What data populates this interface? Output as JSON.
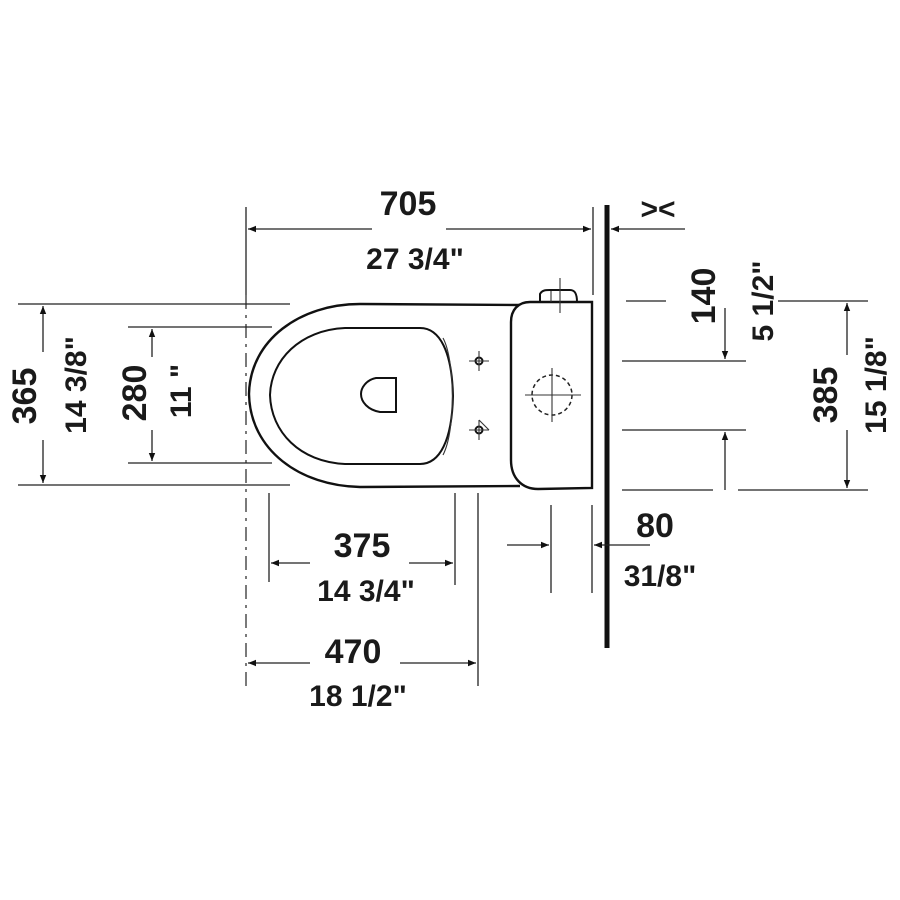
{
  "drawing": {
    "title": "Toilet top view dimension drawing",
    "colors": {
      "line": "#111111",
      "background": "#ffffff"
    },
    "dimensions": {
      "overall_length": {
        "mm": "705",
        "inch": "27 3/4\""
      },
      "wall_gap_symbol": "><",
      "overall_width": {
        "mm": "365",
        "inch": "14 3/8\""
      },
      "seat_width": {
        "mm": "280",
        "inch": "11 \""
      },
      "bowl_to_fixing": {
        "mm": "375",
        "inch": "14 3/4\""
      },
      "front_to_fixing": {
        "mm": "470",
        "inch": "18 1/2\""
      },
      "wall_offset": {
        "mm": "80",
        "inch": "31/8\""
      },
      "fixing_spacing": {
        "mm": "140",
        "inch": "5 1/2\""
      },
      "tank_width": {
        "mm": "385",
        "inch": "15 1/8\""
      }
    }
  }
}
